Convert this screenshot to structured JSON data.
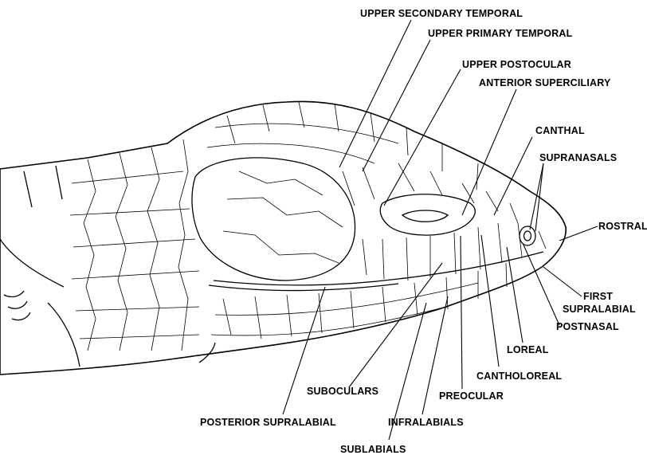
{
  "figure": {
    "labels": {
      "upper_secondary_temporal": "UPPER SECONDARY TEMPORAL",
      "upper_primary_temporal": "UPPER PRIMARY TEMPORAL",
      "upper_postocular": "UPPER POSTOCULAR",
      "anterior_superciliary": "ANTERIOR SUPERCILIARY",
      "canthal": "CANTHAL",
      "supranasals": "SUPRANASALS",
      "rostral": "ROSTRAL",
      "first_supralabial_line1": "FIRST",
      "first_supralabial_line2": "SUPRALABIAL",
      "postnasal": "POSTNASAL",
      "loreal": "LOREAL",
      "cantholoreal": "CANTHOLOREAL",
      "suboculars": "SUBOCULARS",
      "preocular": "PREOCULAR",
      "posterior_supralabial": "POSTERIOR SUPRALABIAL",
      "infralabials": "INFRALABIALS",
      "sublabials": "SUBLABIALS"
    }
  }
}
